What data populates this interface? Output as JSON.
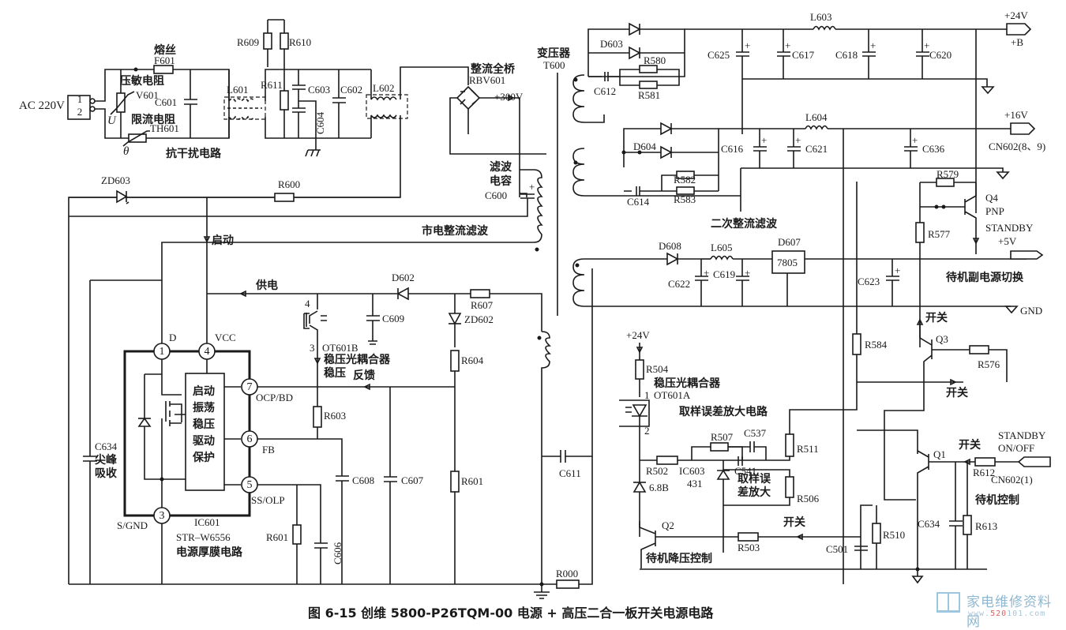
{
  "figure": {
    "caption": "图 6-15   创维 5800-P26TQM-00 电源 + 高压二合一板开关电源电路",
    "watermark": {
      "site_name": "家电维修资料网",
      "url_prefix": "www.",
      "url_highlight": "520",
      "url_suffix": "101.com"
    }
  },
  "input": {
    "ac_label": "AC 220V",
    "pin1": "1",
    "pin2": "2",
    "u_symbol": "U",
    "theta_symbol": "θ",
    "fuse_cn": "熔丝",
    "fuse": "F601",
    "varistor_cn": "压敏电阻",
    "varistor": "V601",
    "thermistor_cn": "限流电阻",
    "thermistor": "TH601",
    "emi_section": "抗干扰电路"
  },
  "emi": {
    "C601": "C601",
    "L601": "L601",
    "R609": "R609",
    "R610": "R610",
    "R611": "R611",
    "C603": "C603",
    "C604": "C604",
    "C602": "C602",
    "L602": "L602"
  },
  "rectifier": {
    "bridge_cn": "整流全桥",
    "bridge": "RBV601",
    "dc_out": "+300V",
    "filter_cn_1": "滤波",
    "filter_cn_2": "电容",
    "C600": "C600",
    "section": "市电整流滤波"
  },
  "transformer": {
    "cn": "变压器",
    "name": "T600"
  },
  "startup": {
    "ZD603": "ZD603",
    "R600": "R600",
    "start_cn": "启动",
    "supply_cn": "供电",
    "D602": "D602",
    "R607": "R607",
    "ZD602": "ZD602",
    "R604": "R604",
    "R601": "R601",
    "C609": "C609",
    "C608": "C608",
    "C607": "C607",
    "C606": "C606",
    "R603": "R603",
    "C611": "C611",
    "R000": "R000",
    "R601b": "R601"
  },
  "optocoupler_b": {
    "name": "OT601B",
    "cn": "稳压光耦合器",
    "reg_cn": "稳压",
    "fb_cn": "反馈",
    "pin4": "4",
    "pin3": "3"
  },
  "ic601": {
    "name": "IC601",
    "part": "STR–W6556",
    "desc_cn": "电源厚膜电路",
    "block_lines": [
      "启动",
      "振荡",
      "稳压",
      "驱动",
      "保护"
    ],
    "pins": [
      {
        "num": "1",
        "label": "D"
      },
      {
        "num": "4",
        "label": "VCC"
      },
      {
        "num": "7",
        "label": "OCP/BD"
      },
      {
        "num": "6",
        "label": "FB"
      },
      {
        "num": "5",
        "label": "SS/OLP"
      },
      {
        "num": "3",
        "label": "S/GND"
      }
    ],
    "snubber": "C634",
    "snubber_cn_1": "尖峰",
    "snubber_cn_2": "吸收"
  },
  "out24": {
    "D603": "D603",
    "R580": "R580",
    "R581": "R581",
    "C612": "C612",
    "L603": "L603",
    "C625": "C625",
    "C617": "C617",
    "C618": "C618",
    "C620": "C620",
    "rail": "+24V",
    "rail_sub": "+B"
  },
  "out16": {
    "D604": "D604",
    "R582": "R582",
    "R583": "R583",
    "C614": "C614",
    "L604": "L604",
    "C616": "C616",
    "C621": "C621",
    "C636": "C636",
    "rail": "+16V",
    "connector": "CN602(8、9)",
    "section": "二次整流滤波"
  },
  "out5": {
    "D608": "D608",
    "L605": "L605",
    "D607": "D607",
    "reg": "7805",
    "C622": "C622",
    "C619": "C619",
    "C623": "C623",
    "R579": "R579",
    "R577": "R577",
    "Q4": "Q4",
    "Q4_type": "PNP",
    "standby": "STANDBY",
    "rail": "+5V",
    "switch_cn": "待机副电源切换",
    "gnd": "GND"
  },
  "control": {
    "vcc": "+24V",
    "R504": "R504",
    "opto_cn": "稳压光耦合器",
    "opto": "OT601A",
    "pin1": "1",
    "pin2": "2",
    "sample_cn": "取样误差放大电路",
    "R507": "R507",
    "C537": "C537",
    "R502": "R502",
    "IC603": "IC603",
    "IC603_part": "431",
    "C541": "C541",
    "R511": "R511",
    "R506": "R506",
    "zener": "6.8B",
    "amp_cn_1": "取样误",
    "amp_cn_2": "差放大",
    "Q2": "Q2",
    "R503": "R503",
    "Q2_cn": "待机降压控制",
    "C501": "C501",
    "R510": "R510",
    "R584": "R584",
    "Q3": "Q3",
    "R576": "R576",
    "Q1": "Q1",
    "C634": "C634",
    "R612": "R612",
    "R613": "R613",
    "standby_1": "STANDBY",
    "standby_2": "ON/OFF",
    "connector": "CN602(1)",
    "standby_cn": "待机控制",
    "switch_cn": "开关"
  }
}
